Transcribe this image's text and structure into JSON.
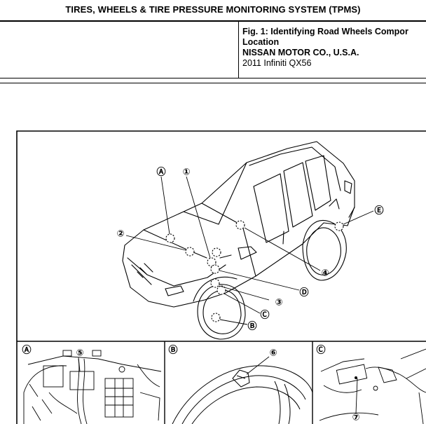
{
  "header": {
    "title": "TIRES, WHEELS & TIRE PRESSURE MONITORING SYSTEM (TPMS)"
  },
  "figure_info": {
    "caption_line1": "Fig. 1: Identifying Road Wheels Compor",
    "caption_line2": "Location",
    "manufacturer": "NISSAN MOTOR CO., U.S.A.",
    "vehicle": "2011 Infiniti QX56"
  },
  "diagram": {
    "callouts": [
      "Ⓐ",
      "①",
      "②",
      "⑤",
      "Ⓑ",
      "⑥",
      "Ⓒ",
      "⑦",
      "Ⓔ",
      "④",
      "Ⓓ",
      "③"
    ],
    "panel_labels": [
      "Ⓐ",
      "Ⓑ",
      "Ⓒ"
    ]
  }
}
